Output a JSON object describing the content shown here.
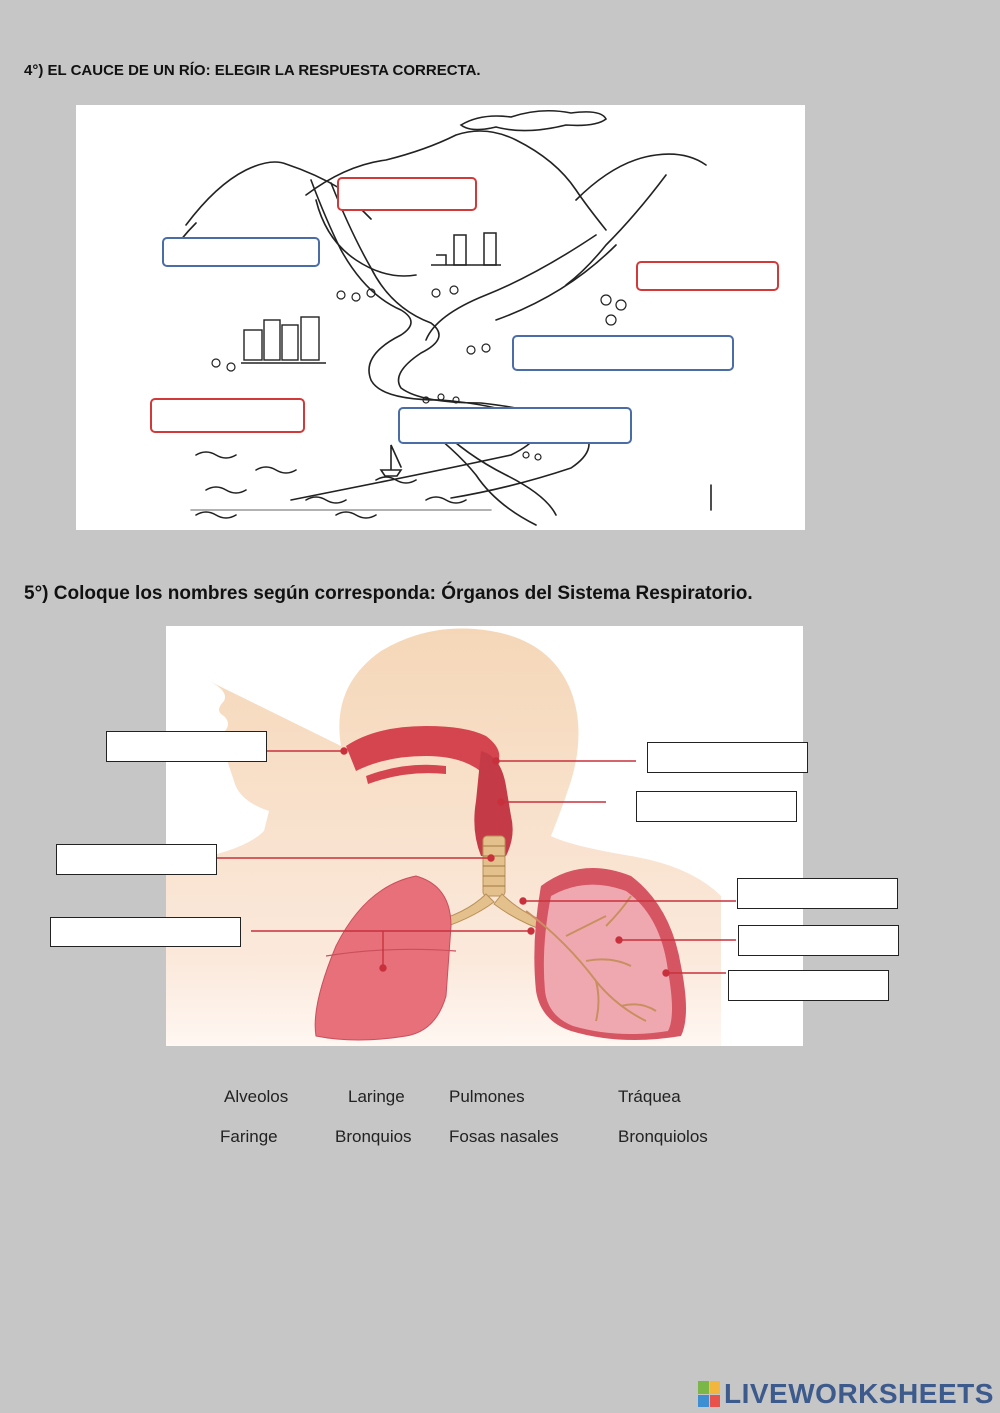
{
  "q4": {
    "title": "4°)  EL CAUCE DE UN RÍO: ELEGIR LA  RESPUESTA CORRECTA."
  },
  "q5": {
    "title": "5°) Coloque los nombres según corresponda: Órganos del Sistema Respiratorio."
  },
  "word_bank": {
    "row1": [
      "Alveolos",
      "Laringe",
      "Pulmones",
      "Tráquea"
    ],
    "row2": [
      "Faringe",
      "Bronquios",
      "Fosas nasales",
      "Bronquiolos"
    ]
  },
  "footer": {
    "logo": "LIVEWORKSHEETS"
  },
  "colors": {
    "background": "#c6c6c6",
    "red_box": "#d23a3a",
    "blue_box": "#4a6da8",
    "lung": "#e8707a",
    "skin": "#f6dcc0",
    "logo": "#3d5a8c"
  },
  "icons": {
    "logo_mark": "liveworksheets-logo-icon"
  }
}
